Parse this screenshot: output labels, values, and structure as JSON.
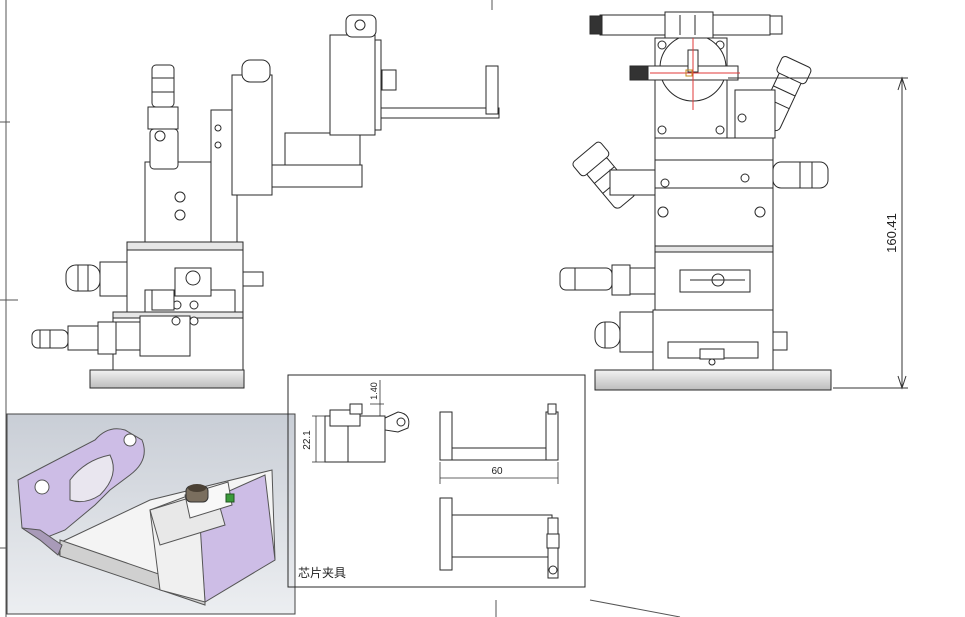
{
  "drawing": {
    "dimensions": {
      "overall_height": "160.41",
      "clamp_width": "60",
      "clamp_height": "22.1",
      "small_offset": "1.40"
    },
    "detail_caption": "芯片夹具"
  },
  "colors": {
    "line": "#2a2a2a",
    "accent_red": "#e03a3a",
    "render_purple": "#cdbde6",
    "render_bg": "#d9dde2"
  }
}
